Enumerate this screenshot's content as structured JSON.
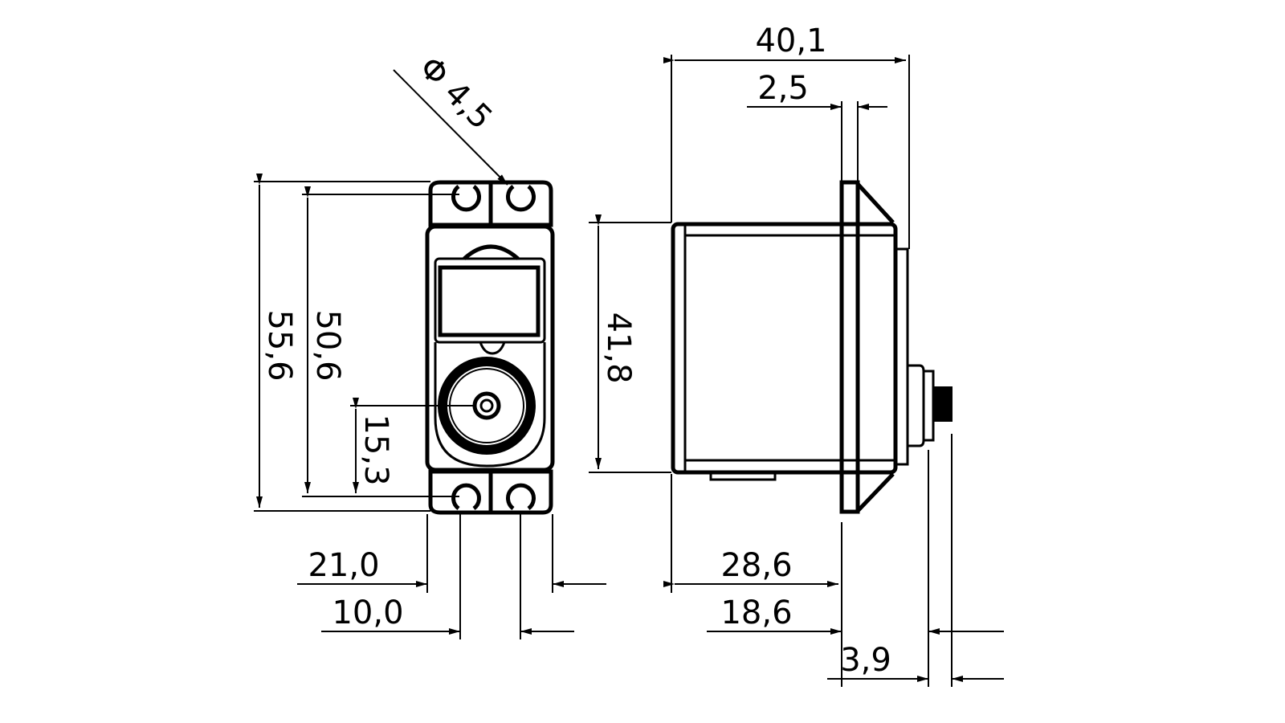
{
  "drawing": {
    "subject": "servo",
    "line_color": "#000000",
    "background": "#ffffff",
    "units_decimal_separator": ","
  },
  "dimensions": {
    "hole_diameter": "Φ 4,5",
    "overall_height": "55,6",
    "hole_spacing_height": "50,6",
    "shaft_offset": "15,3",
    "overall_width": "21,0",
    "hole_spacing_width": "10,0",
    "body_height": "41,8",
    "overall_depth": "40,1",
    "flange_thickness": "2,5",
    "body_depth_below_flange": "28,6",
    "flange_to_shaft_end": "18,6",
    "shaft_length": "3,9"
  }
}
